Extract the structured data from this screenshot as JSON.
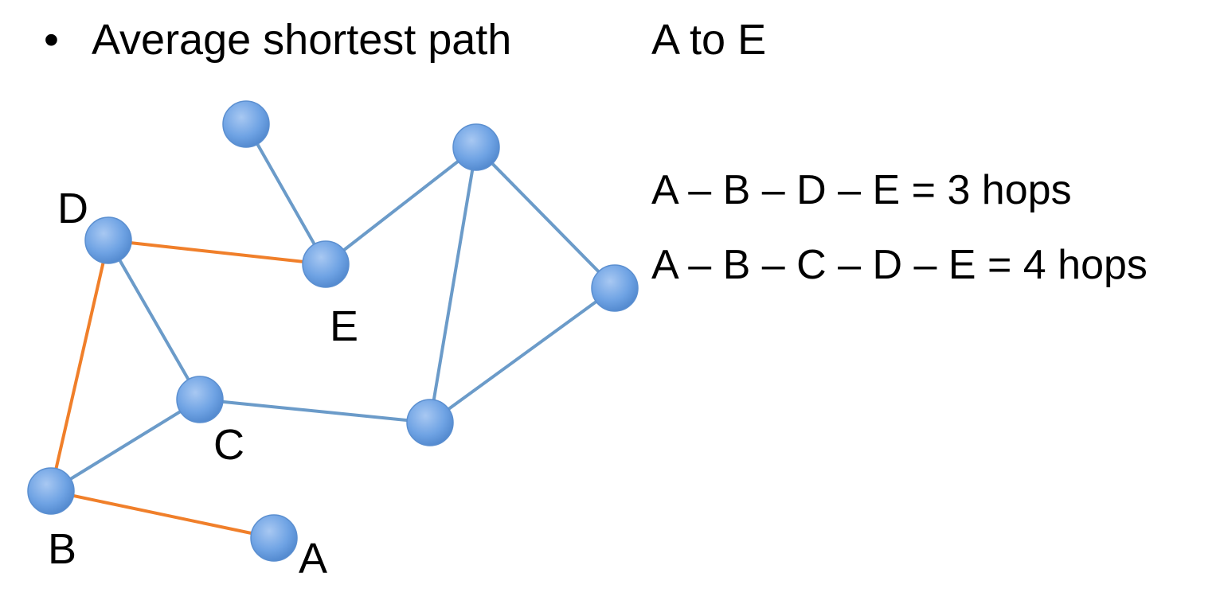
{
  "bullet": {
    "symbol": "•",
    "text": "Average shortest path"
  },
  "subtitle": "A to E",
  "paths": [
    "A – B – D – E = 3 hops",
    "A – B – C – D – E = 4 hops"
  ],
  "graph": {
    "node_color": "#6fa3e4",
    "edge_color": "#6b9bc9",
    "highlight_color": "#f07f2a",
    "nodes": [
      {
        "id": "A",
        "label": "A"
      },
      {
        "id": "B",
        "label": "B"
      },
      {
        "id": "C",
        "label": "C"
      },
      {
        "id": "D",
        "label": "D"
      },
      {
        "id": "E",
        "label": "E"
      },
      {
        "id": "top",
        "label": ""
      },
      {
        "id": "upper_right",
        "label": ""
      },
      {
        "id": "right",
        "label": ""
      },
      {
        "id": "lower_mid",
        "label": ""
      }
    ],
    "edges": [
      {
        "from": "B",
        "to": "A",
        "highlight": true
      },
      {
        "from": "B",
        "to": "D",
        "highlight": true
      },
      {
        "from": "D",
        "to": "E",
        "highlight": true
      },
      {
        "from": "B",
        "to": "C",
        "highlight": false
      },
      {
        "from": "D",
        "to": "C",
        "highlight": false
      },
      {
        "from": "C",
        "to": "lower_mid",
        "highlight": false
      },
      {
        "from": "top",
        "to": "E",
        "highlight": false
      },
      {
        "from": "E",
        "to": "upper_right",
        "highlight": false
      },
      {
        "from": "upper_right",
        "to": "right",
        "highlight": false
      },
      {
        "from": "upper_right",
        "to": "lower_mid",
        "highlight": false
      },
      {
        "from": "right",
        "to": "lower_mid",
        "highlight": false
      }
    ]
  }
}
